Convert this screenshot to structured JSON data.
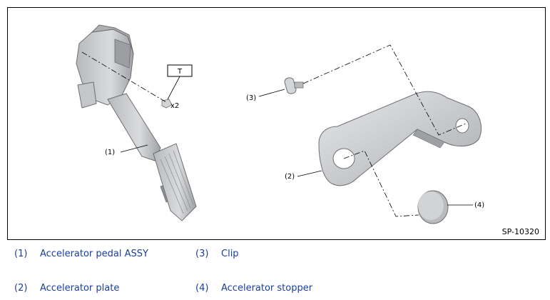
{
  "figure": {
    "code": "SP-10320",
    "tool_box_label": "T",
    "multiplier": "x2",
    "callouts": [
      "(1)",
      "(2)",
      "(3)",
      "(4)"
    ]
  },
  "legend": [
    {
      "number": "(1)",
      "label": "Accelerator pedal ASSY"
    },
    {
      "number": "(3)",
      "label": "Clip"
    },
    {
      "number": "(2)",
      "label": "Accelerator plate"
    },
    {
      "number": "(4)",
      "label": "Accelerator stopper"
    }
  ],
  "colors": {
    "part_fill": "#cfd1d4",
    "part_edge": "#6d6f72",
    "legend_text": "#1a3e9b"
  }
}
